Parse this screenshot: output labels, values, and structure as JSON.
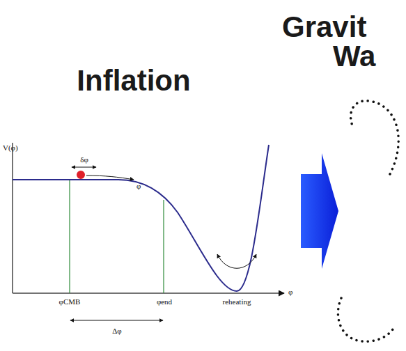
{
  "diagram": {
    "title": "Inflation",
    "labels": [
      "Gravit",
      "Wa",
      "V(φ)",
      "δφ",
      "φ",
      "φCMB",
      "φend",
      "reheating",
      "φ",
      "Δφ"
    ]
  }
}
